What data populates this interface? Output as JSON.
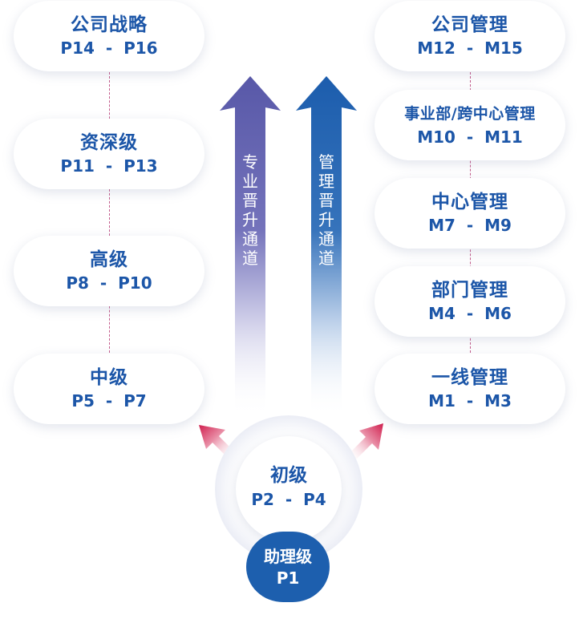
{
  "professional_track": {
    "label": "专业晋升通道",
    "levels": [
      {
        "title": "公司战略",
        "range": "P14  -  P16"
      },
      {
        "title": "资深级",
        "range": "P11  -  P13"
      },
      {
        "title": "高级",
        "range": "P8  -  P10"
      },
      {
        "title": "中级",
        "range": "P5  -  P7"
      }
    ]
  },
  "management_track": {
    "label": "管理晋升通道",
    "levels": [
      {
        "title": "公司管理",
        "range": "M12  -  M15"
      },
      {
        "title": "事业部/跨中心管理",
        "range": "M10  -  M11"
      },
      {
        "title": "中心管理",
        "range": "M7  -  M9"
      },
      {
        "title": "部门管理",
        "range": "M4  -  M6"
      },
      {
        "title": "一线管理",
        "range": "M1  -  M3"
      }
    ]
  },
  "entry": {
    "title": "初级",
    "range": "P2  -  P4"
  },
  "assistant": {
    "title": "助理级",
    "range": "P1"
  },
  "colors": {
    "text_blue": "#1c56a8",
    "professional_arrow": "#5a5aaa",
    "management_arrow": "#1f5fae",
    "accent_arrow": "#d01f4e",
    "dash": "#c35a8a"
  }
}
